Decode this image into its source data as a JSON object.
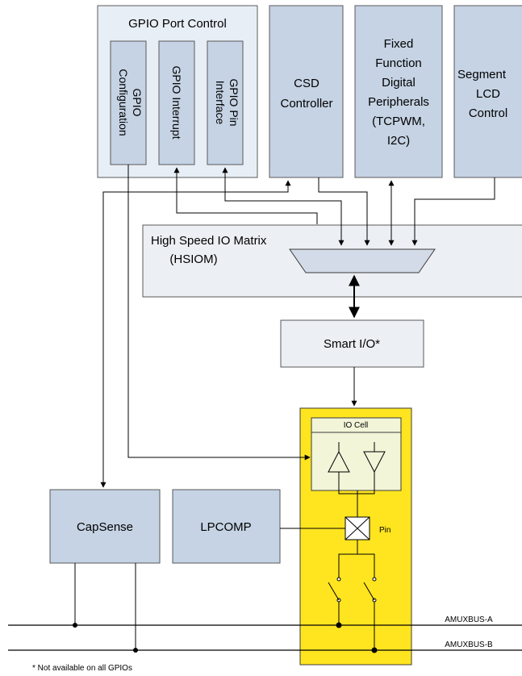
{
  "gpio_port": {
    "title": "GPIO Port Control",
    "configuration": [
      "GPIO",
      "Configuration"
    ],
    "interrupt": [
      "GPIO Interrupt"
    ],
    "pin_interface": [
      "GPIO Pin",
      "Interface"
    ]
  },
  "csd": [
    "CSD",
    "Controller"
  ],
  "fixed_function": [
    "Fixed",
    "Function",
    "Digital",
    "Peripherals",
    "(TCPWM,",
    "I2C)"
  ],
  "segment_lcd": [
    "Segment",
    "LCD",
    "Control"
  ],
  "hsiom": [
    "High Speed IO Matrix",
    "(HSIOM)"
  ],
  "smart_io": "Smart I/O*",
  "io_cell": "IO Cell",
  "pin": "Pin",
  "capsense": "CapSense",
  "lpcomp": "LPCOMP",
  "amuxbus_a": "AMUXBUS-A",
  "amuxbus_b": "AMUXBUS-B",
  "footnote": "* Not available on all GPIOs",
  "colors": {
    "block": "#c5d3e4",
    "io_highlight": "#ffe51f",
    "io_cell": "#f2f5d8"
  }
}
